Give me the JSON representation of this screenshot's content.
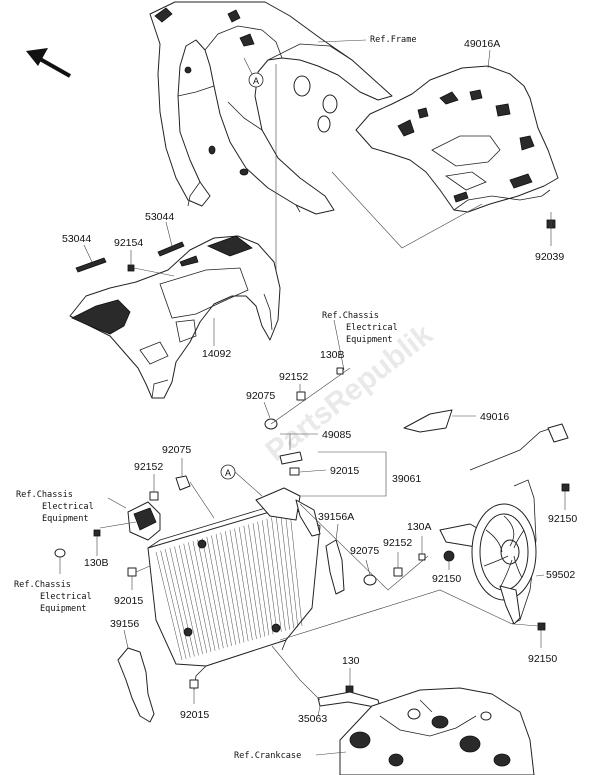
{
  "labels": {
    "ref_frame": "Ref.Frame",
    "p49016A": "49016A",
    "p92039": "92039",
    "p53044_a": "53044",
    "p53044_b": "53044",
    "p92154": "92154",
    "p14092": "14092",
    "ref_chassis_top": [
      "Ref.Chassis",
      "Electrical",
      "Equipment"
    ],
    "p130B_top": "130B",
    "p92152_top": "92152",
    "p92075_top": "92075",
    "p49016": "49016",
    "p49085": "49085",
    "p92015_top": "92015",
    "p39061": "39061",
    "p92075_left": "92075",
    "p92152_left": "92152",
    "ref_chassis_left": [
      "Ref.Chassis",
      "Electrical",
      "Equipment"
    ],
    "p130B_left": "130B",
    "ref_chassis_bottom": [
      "Ref.Chassis",
      "Electrical",
      "Equipment"
    ],
    "p92015_left": "92015",
    "p39156": "39156",
    "p92015_bottom": "92015",
    "p39156A": "39156A",
    "p92075_mid": "92075",
    "p92152_mid": "92152",
    "p130A": "130A",
    "p92150_a": "92150",
    "p92150_b": "92150",
    "p59502": "59502",
    "p92150_c": "92150",
    "p130": "130",
    "p35063": "35063",
    "ref_crankcase": "Ref.Crankcase",
    "callout_a": "A",
    "watermark": "PartsRepublik"
  },
  "icons": {
    "direction": "front-direction-arrow-icon"
  },
  "colors": {
    "ink": "#222222",
    "watermark": "#d8d8d8"
  }
}
